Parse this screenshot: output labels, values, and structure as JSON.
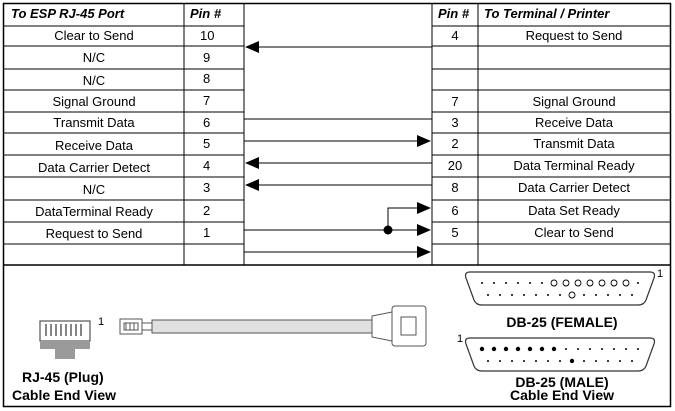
{
  "left_table": {
    "header_signal": "To ESP RJ-45 Port",
    "header_pin": "Pin #",
    "rows": [
      {
        "signal": "Clear to Send",
        "pin": "10"
      },
      {
        "signal": "N/C",
        "pin": "9"
      },
      {
        "signal": "N/C",
        "pin": "8"
      },
      {
        "signal": "Signal Ground",
        "pin": "7"
      },
      {
        "signal": "Transmit Data",
        "pin": "6"
      },
      {
        "signal": "Receive Data",
        "pin": "5"
      },
      {
        "signal": "Data Carrier Detect",
        "pin": "4"
      },
      {
        "signal": "N/C",
        "pin": "3"
      },
      {
        "signal": "DataTerminal Ready",
        "pin": "2"
      },
      {
        "signal": "Request to Send",
        "pin": "1"
      }
    ]
  },
  "right_table": {
    "header_pin": "Pin #",
    "header_signal": "To Terminal / Printer",
    "rows": [
      {
        "pin": "4",
        "signal": "Request to Send"
      },
      {
        "pin": "",
        "signal": ""
      },
      {
        "pin": "",
        "signal": ""
      },
      {
        "pin": "7",
        "signal": "Signal Ground"
      },
      {
        "pin": "3",
        "signal": "Receive Data"
      },
      {
        "pin": "2",
        "signal": "Transmit Data"
      },
      {
        "pin": "20",
        "signal": "Data Terminal Ready"
      },
      {
        "pin": "8",
        "signal": "Data Carrier Detect"
      },
      {
        "pin": "6",
        "signal": "Data Set Ready"
      },
      {
        "pin": "5",
        "signal": "Clear to Send"
      }
    ]
  },
  "connectors": {
    "rj45_pin_label": "1",
    "rj45_caption_line1": "RJ-45 (Plug)",
    "rj45_caption_line2": "Cable End View",
    "db25_female_pin_label": "1",
    "db25_female_caption": "DB-25 (FEMALE)",
    "db25_male_pin_label": "1",
    "db25_male_caption_line1": "DB-25 (MALE)",
    "db25_male_caption_line2": "Cable End View"
  }
}
